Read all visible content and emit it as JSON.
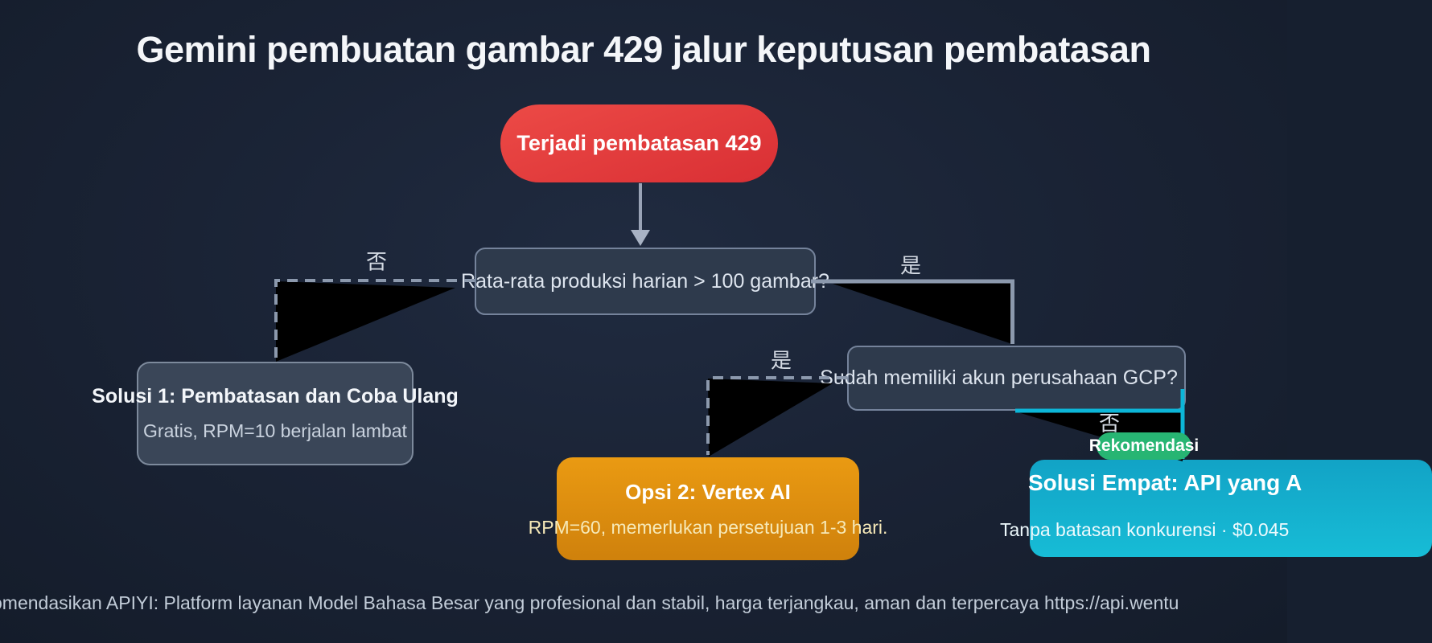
{
  "title": "Gemini pembuatan gambar 429 jalur keputusan pembatasan",
  "diagram": {
    "type": "flowchart-decision-tree",
    "nodes": {
      "start": {
        "label": "Terjadi pembatasan 429",
        "color": "#e03a3c"
      },
      "q_production": {
        "label": "Rata-rata produksi harian > 100 gambar?"
      },
      "solution1": {
        "title": "Solusi 1: Pembatasan dan Coba Ulang",
        "subtitle": "Gratis, RPM=10 berjalan lambat"
      },
      "q_gcp": {
        "label": "Sudah memiliki akun perusahaan GCP?"
      },
      "option2": {
        "title": "Opsi 2: Vertex AI",
        "subtitle": "RPM=60, memerlukan persetujuan 1-3 hari.",
        "color": "#db8e12"
      },
      "solution4": {
        "title": "Solusi Empat: API yang A",
        "subtitle": "Tanpa batasan konkurensi · $0.045",
        "badge": "Rekomendasi",
        "color": "#12aecf"
      }
    },
    "edge_labels": {
      "q1_no": "否",
      "q1_yes": "是",
      "q2_yes": "是",
      "q2_no": "否"
    },
    "edges": [
      {
        "from": "start",
        "to": "q_production",
        "style": "solid-arrow"
      },
      {
        "from": "q_production",
        "to": "solution1",
        "label": "否",
        "style": "dashed"
      },
      {
        "from": "q_production",
        "to": "q_gcp",
        "label": "是",
        "style": "solid"
      },
      {
        "from": "q_gcp",
        "to": "option2",
        "label": "是",
        "style": "dashed"
      },
      {
        "from": "q_gcp",
        "to": "solution4",
        "label": "否",
        "style": "solid-cyan"
      }
    ]
  },
  "footer": {
    "note": "omendasikan APIYI: Platform layanan Model Bahasa Besar yang profesional dan stabil, harga terjangkau, aman dan terpercaya https://api.wentu"
  },
  "colors": {
    "background": "#161f2f",
    "decision_fill": "#2e3a4c",
    "decision_border": "#75839b",
    "solution1_fill": "#3a4658",
    "start_red": "#e03a3c",
    "vertex_orange": "#db8e12",
    "api_cyan": "#12aecf",
    "badge_green": "#27b573",
    "edge_gray": "#8c99ad",
    "edge_cyan": "#0cb6d8",
    "wedge_black": "#000000"
  }
}
